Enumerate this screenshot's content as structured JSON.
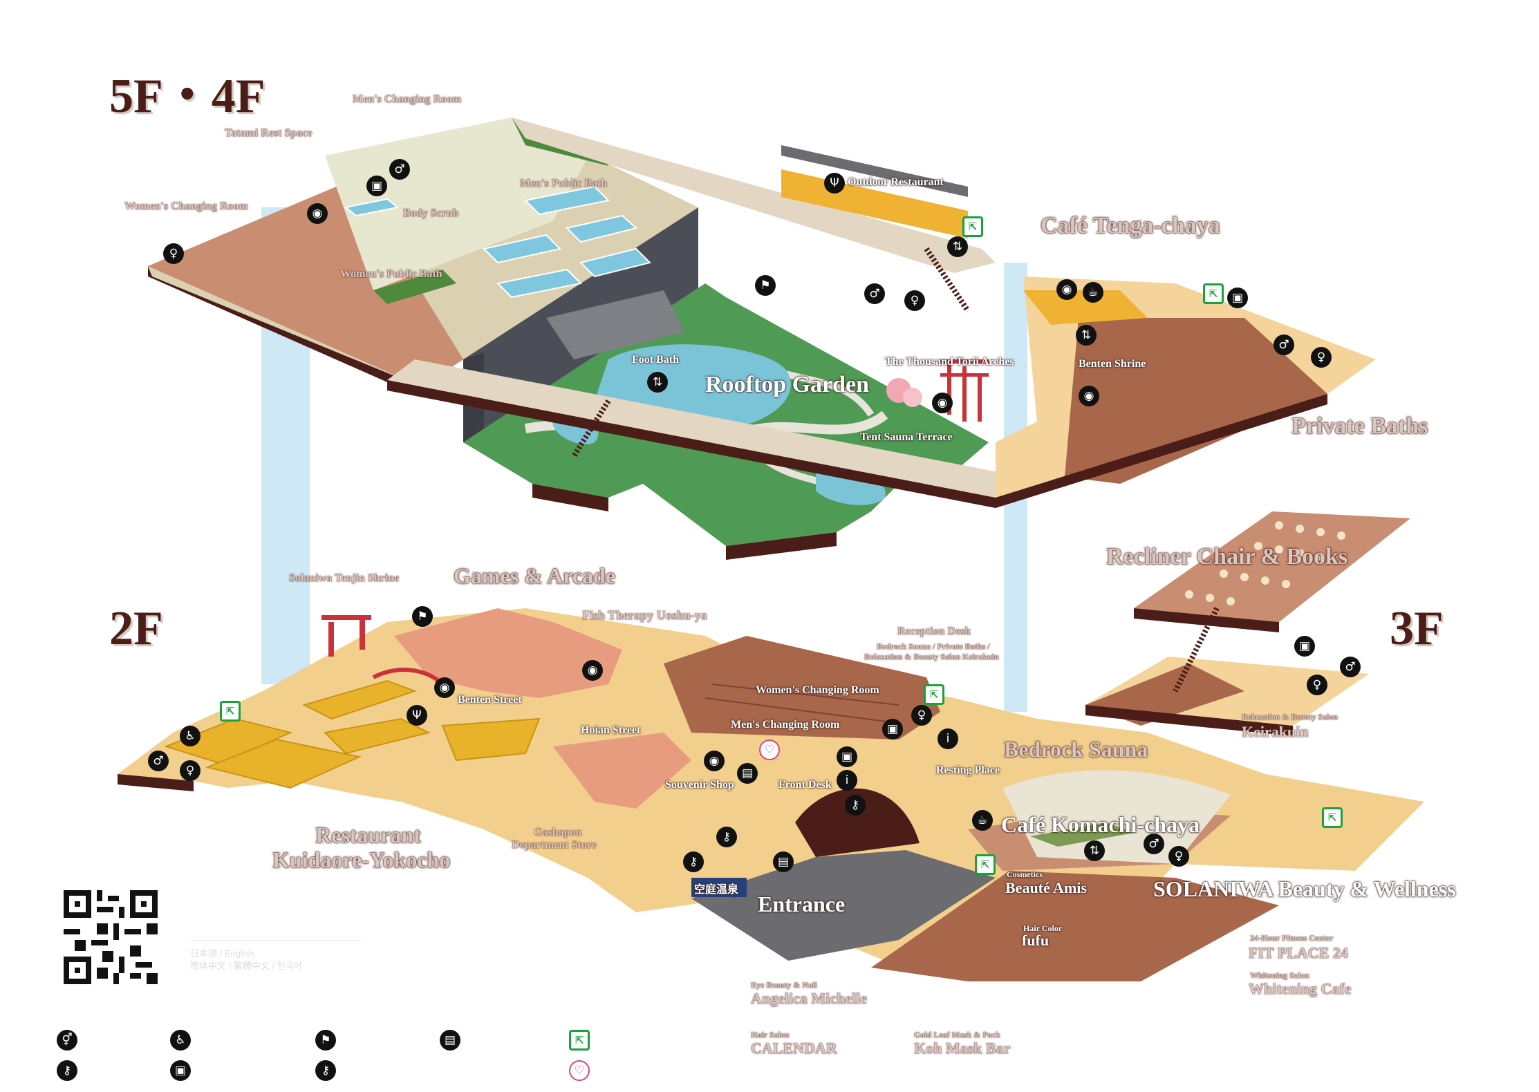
{
  "floors": {
    "upper": "5F・4F",
    "second": "2F",
    "third": "3F"
  },
  "labels": {
    "mens_changing_5f": "Men's Changing Room",
    "tatami": "Tatami Rest Space",
    "womens_changing_5f": "Women's Changing Room",
    "body_scrub": "Body Scrub",
    "mens_public_bath": "Men's Public Bath",
    "womens_public_bath": "Women's Public Bath",
    "outdoor_restaurant": "Outdoor Restaurant",
    "cafe_tenga": "Café Tenga-chaya",
    "foot_bath": "Foot Bath",
    "rooftop_garden": "Rooftop Garden",
    "torii": "The Thousand Torii Arches",
    "benten_shrine": "Benten Shrine",
    "tent_sauna": "Tent Sauna Terrace",
    "private_baths": "Private Baths",
    "recliner": "Recliner Chair & Books",
    "tenjin_shrine": "Solaniwa Tenjin Shrine",
    "games": "Games & Arcade",
    "fish_therapy": "Fish Therapy Uoshu-ya",
    "reception_desk": "Reception Desk",
    "reception_sub1": "Bedrock Sauna / Private Baths /",
    "reception_sub2": "Relaxation & Beauty Salon Keirakuin",
    "womens_changing_2f": "Women's Changing Room",
    "mens_changing_2f": "Men's Changing Room",
    "benten_street": "Benten Street",
    "hoian_street": "Hoian Street",
    "souvenir": "Souvenir Shop",
    "front_desk": "Front Desk",
    "resting_place": "Resting Place",
    "bedrock_sauna": "Bedrock Sauna",
    "keirakuin_small": "Relaxation & Beauty Salon",
    "keirakuin": "Keirakuin",
    "cafe_komachi": "Café Komachi-chaya",
    "restaurant_1": "Restaurant",
    "restaurant_2": "Kuidaore-Yokocho",
    "gashapon_1": "Gashapon",
    "gashapon_2": "Department Store",
    "entrance": "Entrance",
    "cosmetics_small": "Cosmetics",
    "beaute": "Beauté Amis",
    "solaniwa_beauty": "SOLANIWA Beauty & Wellness",
    "fitness_small": "24-Hour Fitness Center",
    "fitness": "FIT PLACE 24",
    "whitening_small": "Whitening Salon",
    "whitening": "Whitening Cafe",
    "haircolor_small": "Hair Color",
    "fufu": "fufu",
    "eye_small": "Eye Beauty & Nail",
    "angelica": "Angelica Michelle",
    "hairsalon_small": "Hair Salon",
    "calendar": "CALENDAR",
    "goldleaf_small": "Gold Leaf Mask & Pack",
    "koh": "Koh Mask Bar",
    "entrance_sign": "空庭温泉"
  },
  "languages": {
    "line1": "日本語 / English",
    "line2": "简体中文 / 繁體中文 / 한국어"
  },
  "legend": [
    {
      "icon": "restroom-icon"
    },
    {
      "icon": "accessible-restroom-icon"
    },
    {
      "icon": "smoking-area-icon"
    },
    {
      "icon": "vending-machine-icon"
    },
    {
      "icon": "emergency-exit-icon"
    },
    {
      "icon": "locker-icon"
    },
    {
      "icon": "luggage-icon"
    },
    {
      "icon": "key-locker-icon"
    },
    {
      "icon": "aed-icon"
    }
  ],
  "colors": {
    "dark_brown": "#4a1d18",
    "floor_beige": "#f3cf8e",
    "arcade_salmon": "#e89c7f",
    "restaurant_yellow": "#e8b22a",
    "garden_green": "#4f9a55",
    "water_blue": "#7bc4d8",
    "spa_brown": "#a8664a",
    "elevator_blue": "#a6d6ee",
    "exit_green": "#18a33a",
    "aed_pink": "#e5417b"
  }
}
